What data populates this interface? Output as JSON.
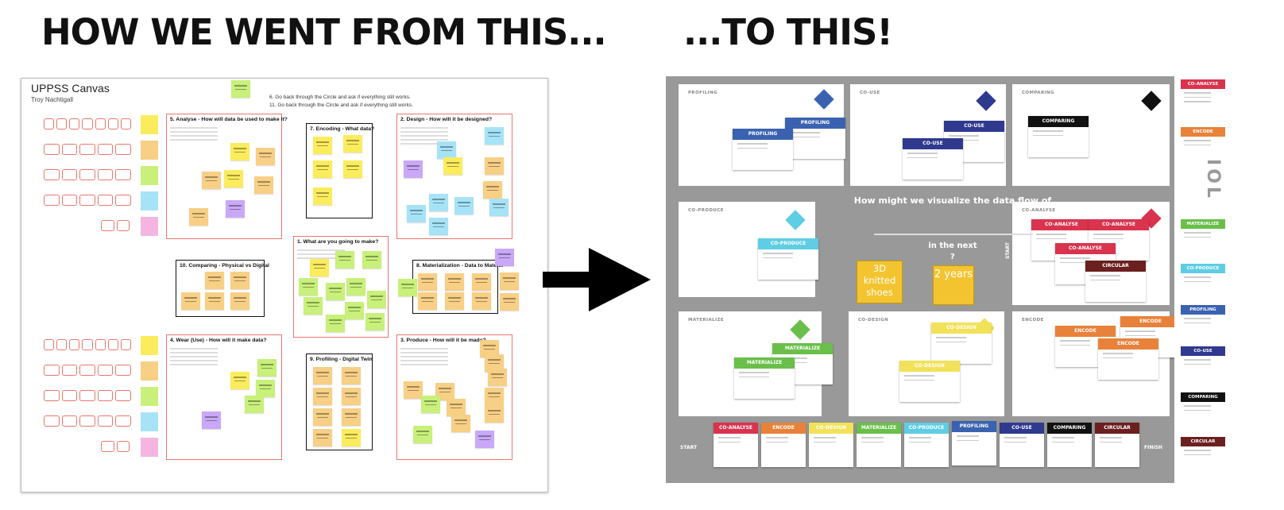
{
  "headline": {
    "left": "HOW WE WENT FROM THIS...",
    "right": "...TO THIS!"
  },
  "left_canvas": {
    "title": "UPPSS Canvas",
    "author": "Troy Nachtigall",
    "notes": [
      "6. Go back through the Circle and ask if everything still works.",
      "11. Go back through the Circle and ask if everything still works."
    ],
    "zones": [
      {
        "title": "5. Analyse - How will data be used to make it?"
      },
      {
        "title": "7. Encoding - What data?"
      },
      {
        "title": "2. Design - How will it be designed?"
      },
      {
        "title": "1. What are you going to make?"
      },
      {
        "title": "10. Comparing - Physical vs Digital"
      },
      {
        "title": "8. Materialization - Data to Mater..."
      },
      {
        "title": "4. Wear (Use) - How will it make data?"
      },
      {
        "title": "9. Profiling - Digital Twin"
      },
      {
        "title": "3. Produce - How will it be made?"
      }
    ],
    "colors": {
      "zone_border": "#e8776c",
      "yellow": "#fbec5d",
      "orange": "#f7cf85",
      "green": "#c8f07a",
      "blue": "#a6e3f7",
      "pink": "#f4b6e0",
      "purple": "#c9a8f7"
    }
  },
  "right_board": {
    "panels": {
      "profiling": "PROFILING",
      "co_use": "CO-USE",
      "comparing": "COMPARING",
      "co_produce": "CO-PRODUCE",
      "co_analyse": "CO-ANALYSE",
      "materialize": "MATERIALIZE",
      "co_design": "CO-DESIGN",
      "encode": "ENCODE"
    },
    "center": {
      "question": "How might we visualize the data flow of",
      "next": "in the next",
      "qmark": "?",
      "item1": "3D knitted shoes",
      "item2": "2 years"
    },
    "start_label": "START",
    "finish_label": "FINISH",
    "cards": {
      "profiling": "PROFILING",
      "co_use": "CO-USE",
      "comparing": "COMPARING",
      "co_produce": "CO-PRODUCE",
      "co_analyse": "CO-ANALYSE",
      "circular": "CIRCULAR",
      "materialize": "MATERIALIZE",
      "co_design": "CO-DESIGN",
      "encode": "ENCODE"
    },
    "logo_text": "IOL",
    "colors": {
      "profiling": "#3a62b0",
      "co_use": "#2f3a8f",
      "comparing": "#111111",
      "co_produce": "#5fcde4",
      "co_analyse": "#d9334e",
      "circular": "#6b1f1f",
      "materialize": "#6abf4b",
      "co_design": "#f2e25a",
      "encode": "#e8823a"
    }
  }
}
